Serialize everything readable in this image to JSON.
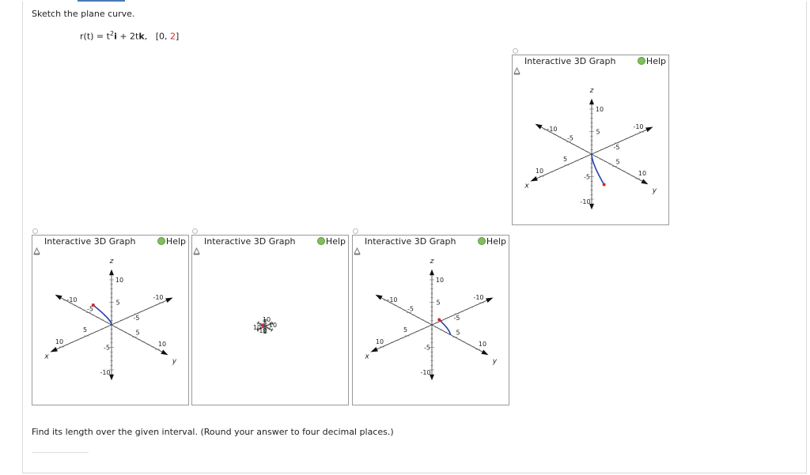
{
  "prompt": "Sketch the plane curve.",
  "formula": {
    "lhs": "r(t) = ",
    "t_base": "t",
    "exp": "2",
    "i": "i",
    "plus": " + 2t",
    "k": "k",
    "comma": ",",
    "interval_open": "[0, ",
    "interval_end": "2",
    "interval_close": "]"
  },
  "graphs": [
    {
      "title": "Interactive 3D Graph",
      "help": "Help"
    },
    {
      "title": "Interactive 3D Graph",
      "help": "Help"
    },
    {
      "title": "Interactive 3D Graph",
      "help": "Help"
    },
    {
      "title": "Interactive 3D Graph",
      "help": "Help"
    }
  ],
  "axes": {
    "x": "x",
    "y": "y",
    "z": "z"
  },
  "ticks": {
    "p10": "10",
    "p5": "5",
    "m5": "-5",
    "m10": "-10"
  },
  "colors": {
    "curve": "#2a3fb0",
    "endpoint": "#d22",
    "help_icon": "#7fbf5f"
  },
  "question": "Find its length over the given interval. (Round your answer to four decimal places.)"
}
